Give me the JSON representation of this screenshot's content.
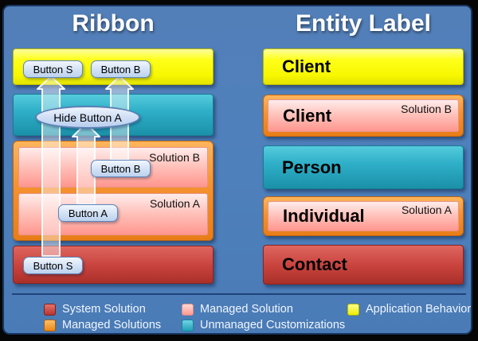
{
  "titles": {
    "left": "Ribbon",
    "right": "Entity Label"
  },
  "ribbon": {
    "application_bar": {
      "kind": "application-behavior",
      "buttons": [
        "Button S",
        "Button B"
      ]
    },
    "unmanaged_layer": {
      "kind": "unmanaged-customizations",
      "pill": "Hide Button A"
    },
    "managed_container": {
      "kind": "managed-solutions",
      "solutions": [
        {
          "name": "Solution B",
          "button": "Button B"
        },
        {
          "name": "Solution A",
          "button": "Button A"
        }
      ]
    },
    "system_layer": {
      "kind": "system-solution",
      "button": "Button S"
    }
  },
  "entities": {
    "rows": [
      {
        "label": "Client",
        "tag": "",
        "kind": "application-behavior"
      },
      {
        "label": "Client",
        "tag": "Solution B",
        "kind": "managed-solution"
      },
      {
        "label": "Person",
        "tag": "",
        "kind": "unmanaged-customizations"
      },
      {
        "label": "Individual",
        "tag": "Solution A",
        "kind": "managed-solution"
      },
      {
        "label": "Contact",
        "tag": "",
        "kind": "system-solution"
      }
    ]
  },
  "arrows": [
    {
      "from": "Button S (system solution)",
      "to": "Button S (application bar)"
    },
    {
      "from": "Button A (Solution A)",
      "to": "Hide Button A (unmanaged customizations)"
    },
    {
      "from": "Button B (Solution B)",
      "to": "Button B (application bar)"
    }
  ],
  "legend": {
    "items": [
      {
        "label": "System Solution",
        "color": "#C23B37"
      },
      {
        "label": "Managed Solution",
        "color": "#FFB3AC"
      },
      {
        "label": "Application Behavior",
        "color": "#F2F200"
      },
      {
        "label": "Managed Solutions",
        "color": "#F5922F"
      },
      {
        "label": "Unmanaged Customizations",
        "color": "#2FAEC6"
      }
    ]
  },
  "colors": {
    "background_blue": "#4E80BC",
    "frame_black": "#060606",
    "panel_border_navy": "#16355F",
    "button_face_blue": "#D7E5F7"
  }
}
